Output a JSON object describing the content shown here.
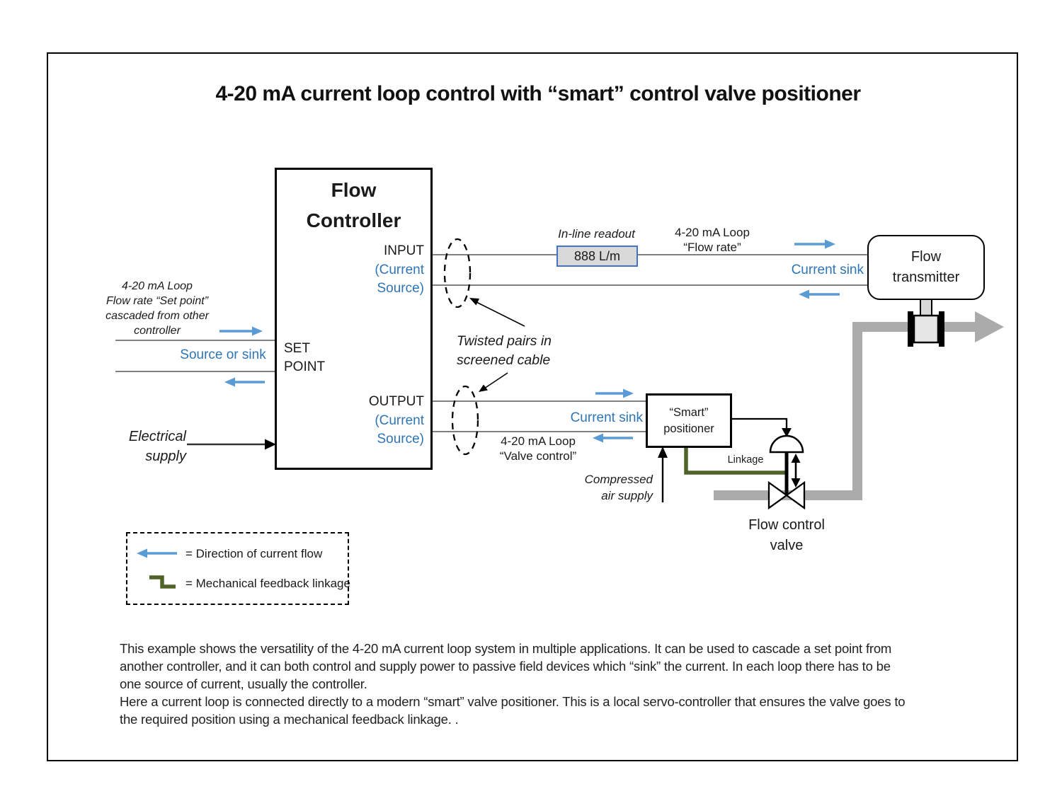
{
  "colors": {
    "blue-text": "#2E75B6",
    "blue-arrow": "#5B9BD5",
    "readout-border": "#4472C4",
    "readout-fill": "#D9D9D9",
    "green-linkage": "#4F6228",
    "pipe-gray": "#ABABAB",
    "wire-gray": "#808080",
    "ink": "#1a1a1a"
  },
  "title": "4-20 mA current loop control with “smart” control valve positioner",
  "controller": {
    "name": "Flow\nController",
    "input": "INPUT",
    "input_sub": "(Current\nSource)",
    "set_point": "SET\nPOINT",
    "output": "OUTPUT",
    "output_sub": "(Current\nSource)"
  },
  "left_loop": {
    "annotation": "4-20 mA Loop\nFlow rate “Set point”\ncascaded from other\ncontroller",
    "source_or_sink": "Source or sink",
    "electrical_supply": "Electrical\nsupply"
  },
  "input_loop": {
    "inline_readout_label": "In-line readout",
    "readout_value": "888 L/m",
    "loop_label": "4-20 mA Loop\n“Flow rate”",
    "current_sink": "Current sink"
  },
  "twisted_pairs": "Twisted pairs in\nscreened cable",
  "flow_transmitter": "Flow\ntransmitter",
  "output_loop": {
    "loop_label": "4-20 mA Loop\n“Valve control”",
    "current_sink": "Current sink"
  },
  "smart_positioner": "“Smart”\npositioner",
  "linkage_label": "Linkage",
  "compressed_air": "Compressed\nair supply",
  "flow_control_valve": "Flow control\nvalve",
  "legend": {
    "current_flow": "= Direction of current flow",
    "feedback_linkage": "= Mechanical feedback linkage"
  },
  "description": "This example shows the versatility of the 4-20 mA current loop system in multiple applications. It can be used to cascade a set point from\nanother controller, and it can both control and supply power to passive field devices which “sink” the current. In each loop there has to be\none source of current, usually the controller.\nHere a current loop is connected directly to a modern “smart” valve positioner. This is a local servo-controller that ensures the valve goes to\nthe required position using a mechanical feedback linkage. ."
}
